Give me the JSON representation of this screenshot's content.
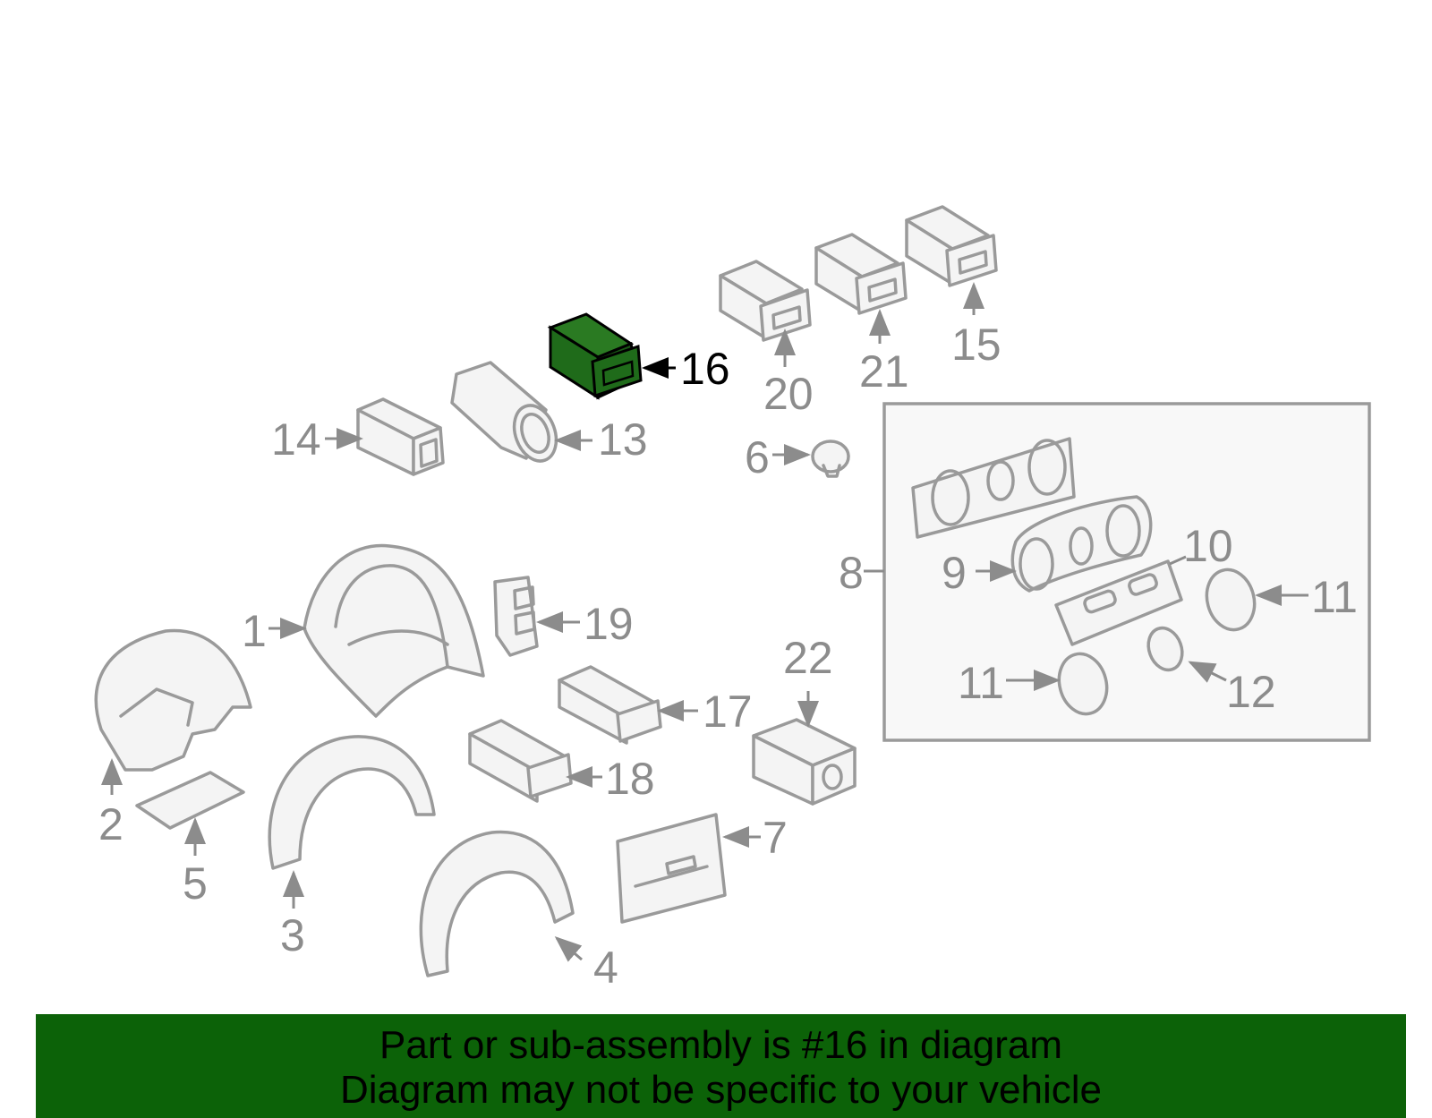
{
  "colors": {
    "highlight_part": "#1f6b1a",
    "banner_background": "#0c6208",
    "line_gray": "#9a9a9a"
  },
  "callouts": [
    {
      "id": "1",
      "label": "1"
    },
    {
      "id": "2",
      "label": "2"
    },
    {
      "id": "3",
      "label": "3"
    },
    {
      "id": "4",
      "label": "4"
    },
    {
      "id": "5",
      "label": "5"
    },
    {
      "id": "6",
      "label": "6"
    },
    {
      "id": "7",
      "label": "7"
    },
    {
      "id": "8",
      "label": "8"
    },
    {
      "id": "9",
      "label": "9"
    },
    {
      "id": "10",
      "label": "10"
    },
    {
      "id": "11a",
      "label": "11"
    },
    {
      "id": "11b",
      "label": "11"
    },
    {
      "id": "12",
      "label": "12"
    },
    {
      "id": "13",
      "label": "13"
    },
    {
      "id": "14",
      "label": "14"
    },
    {
      "id": "15",
      "label": "15"
    },
    {
      "id": "16",
      "label": "16",
      "highlighted": true
    },
    {
      "id": "17",
      "label": "17"
    },
    {
      "id": "18",
      "label": "18"
    },
    {
      "id": "19",
      "label": "19"
    },
    {
      "id": "20",
      "label": "20"
    },
    {
      "id": "21",
      "label": "21"
    },
    {
      "id": "22",
      "label": "22"
    }
  ],
  "banner": {
    "line1": "Part or sub-assembly is #16 in diagram",
    "line2": "Diagram may not be specific to your vehicle"
  }
}
